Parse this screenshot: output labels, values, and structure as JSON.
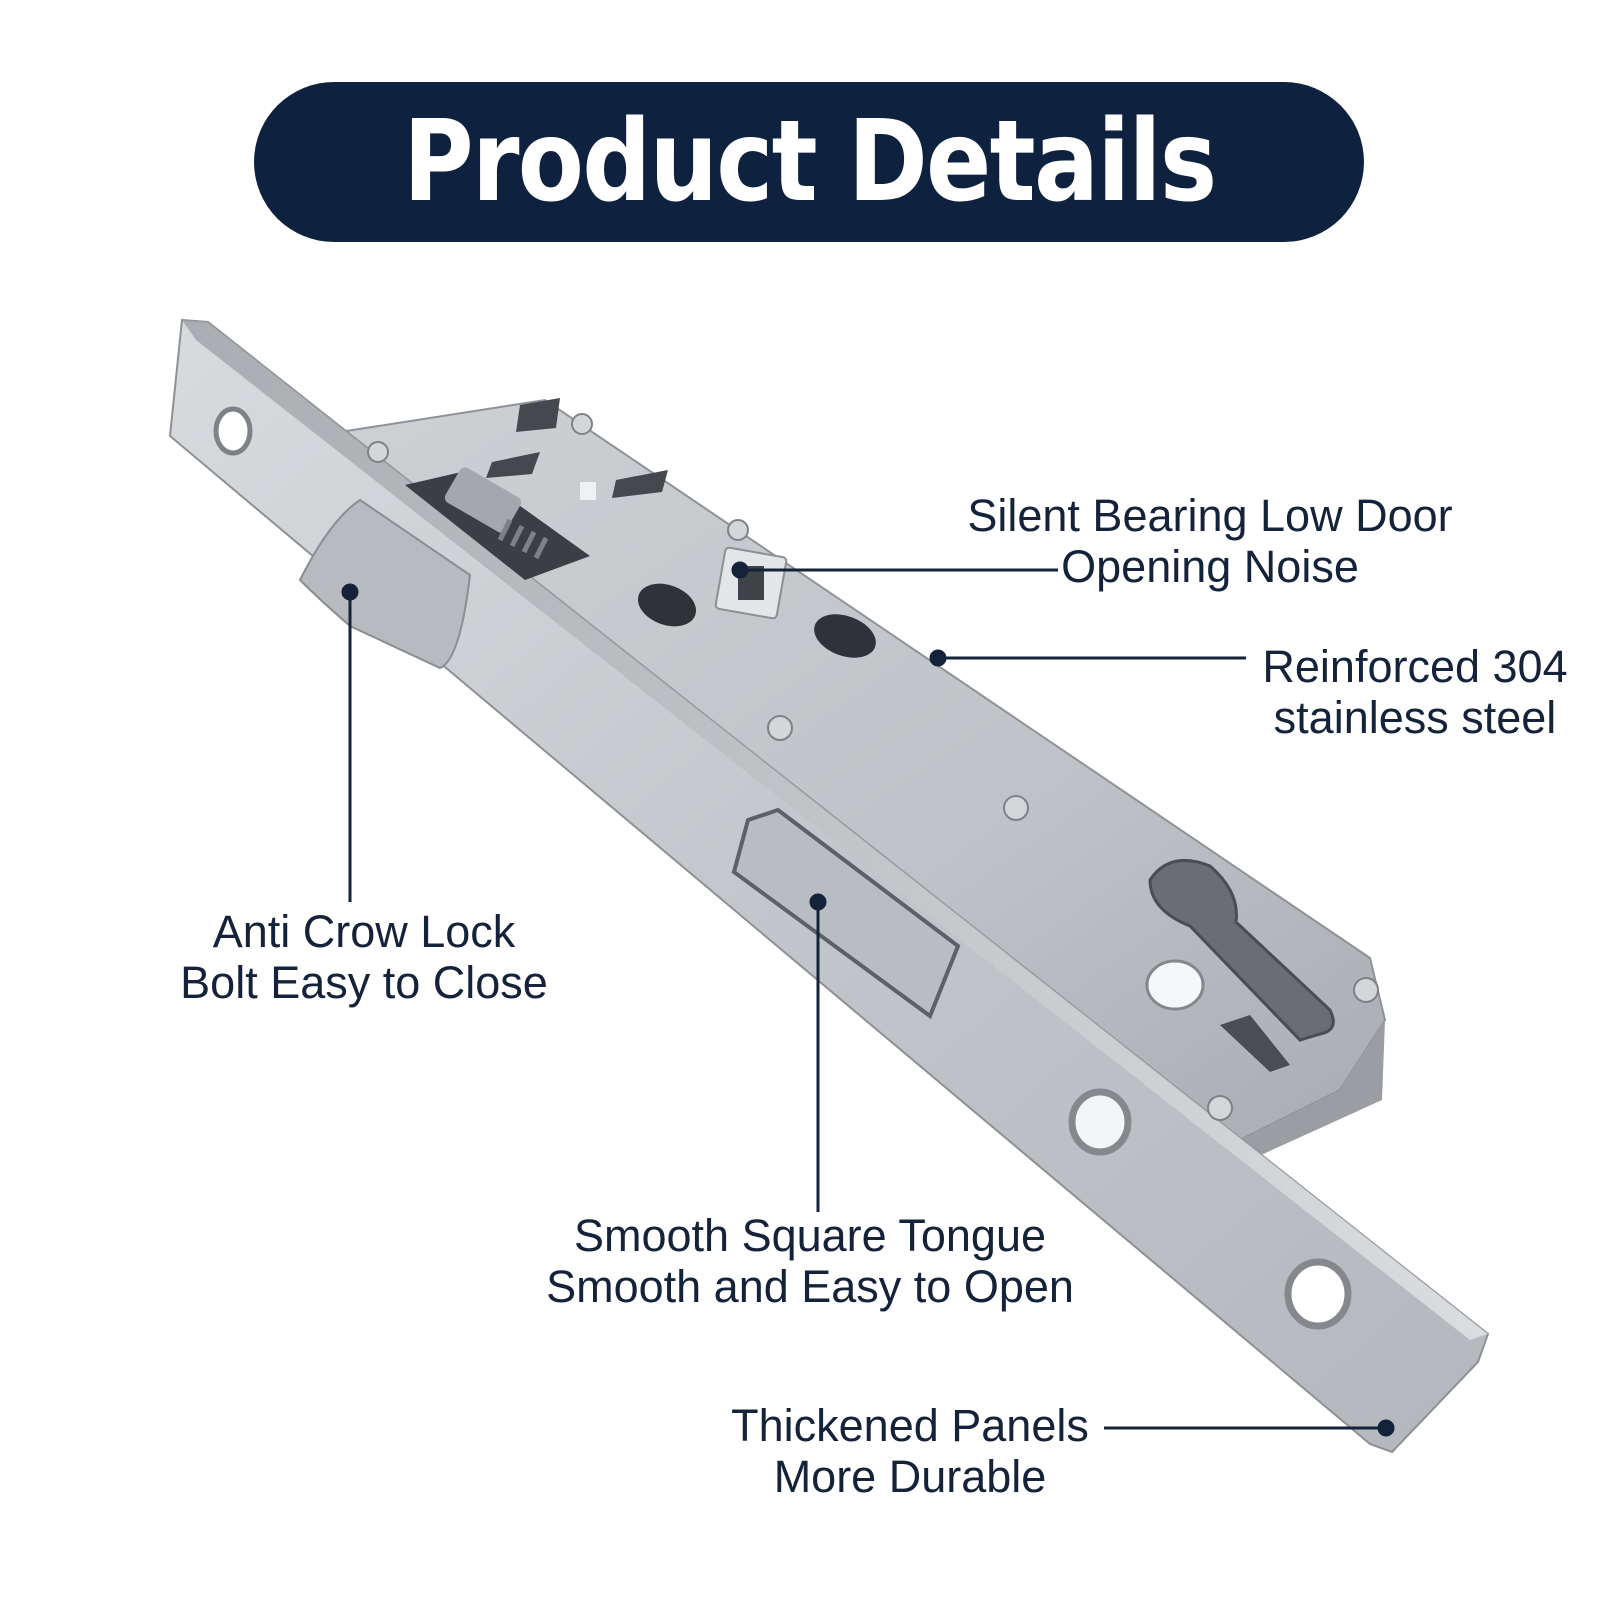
{
  "header": {
    "title": "Product Details"
  },
  "colors": {
    "banner": "#0e2240",
    "text": "#14223a",
    "metal": "#c9cdd1"
  },
  "callouts": [
    {
      "lines": [
        "Silent Bearing Low Door",
        "Opening Noise"
      ]
    },
    {
      "lines": [
        "Reinforced 304",
        "stainless steel"
      ]
    },
    {
      "lines": [
        "Anti Crow Lock",
        "Bolt Easy to Close"
      ]
    },
    {
      "lines": [
        "Smooth Square Tongue",
        "Smooth and Easy to Open"
      ]
    },
    {
      "lines": [
        "Thickened Panels",
        "More Durable"
      ]
    }
  ]
}
